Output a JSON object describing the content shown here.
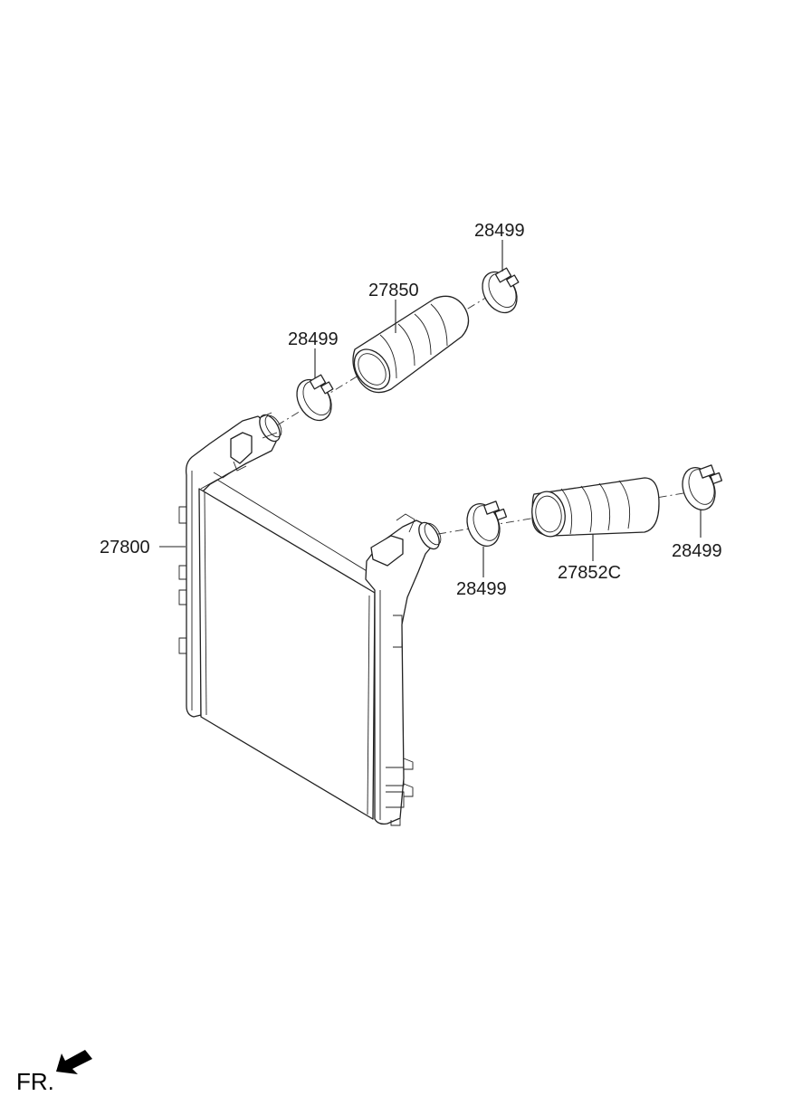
{
  "callouts": {
    "clamp_top_right": "28499",
    "hose_upper": "27850",
    "clamp_upper_left": "28499",
    "intercooler": "27800",
    "clamp_lower_left": "28499",
    "hose_lower": "27852C",
    "clamp_lower_right": "28499"
  },
  "orientation": {
    "label": "FR."
  }
}
